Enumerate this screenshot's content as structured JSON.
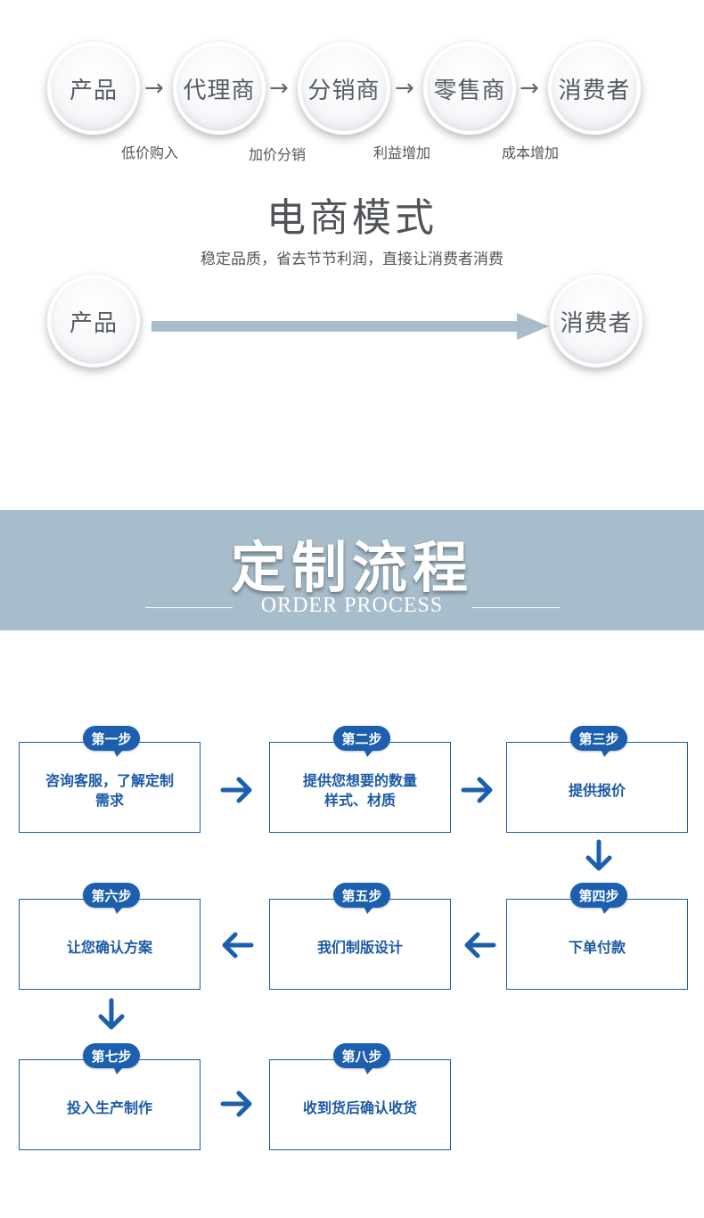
{
  "traditional": {
    "nodes": [
      "产品",
      "代理商",
      "分销商",
      "零售商",
      "消费者"
    ],
    "arrow": "→",
    "notes": [
      "低价购入",
      "加价分销",
      "利益增加",
      "成本增加"
    ]
  },
  "ecommerce": {
    "title": "电商模式",
    "subtitle": "稳定品质，省去节节利润，直接让消费者消费",
    "start": "产品",
    "end": "消费者"
  },
  "banner": {
    "title": "定制流程",
    "subtitle": "ORDER PROCESS",
    "color": "#a8bdcb"
  },
  "process": {
    "accent": "#1b5fae",
    "steps": [
      {
        "tag": "第一步",
        "line1": "咨询客服，了解定制",
        "line2": "需求"
      },
      {
        "tag": "第二步",
        "line1": "提供您想要的数量",
        "line2": "样式、材质"
      },
      {
        "tag": "第三步",
        "line1": "提供报价",
        "line2": ""
      },
      {
        "tag": "第四步",
        "line1": "下单付款",
        "line2": ""
      },
      {
        "tag": "第五步",
        "line1": "我们制版设计",
        "line2": ""
      },
      {
        "tag": "第六步",
        "line1": "让您确认方案",
        "line2": ""
      },
      {
        "tag": "第七步",
        "line1": "投入生产制作",
        "line2": ""
      },
      {
        "tag": "第八步",
        "line1": "收到货后确认收货",
        "line2": ""
      }
    ]
  }
}
